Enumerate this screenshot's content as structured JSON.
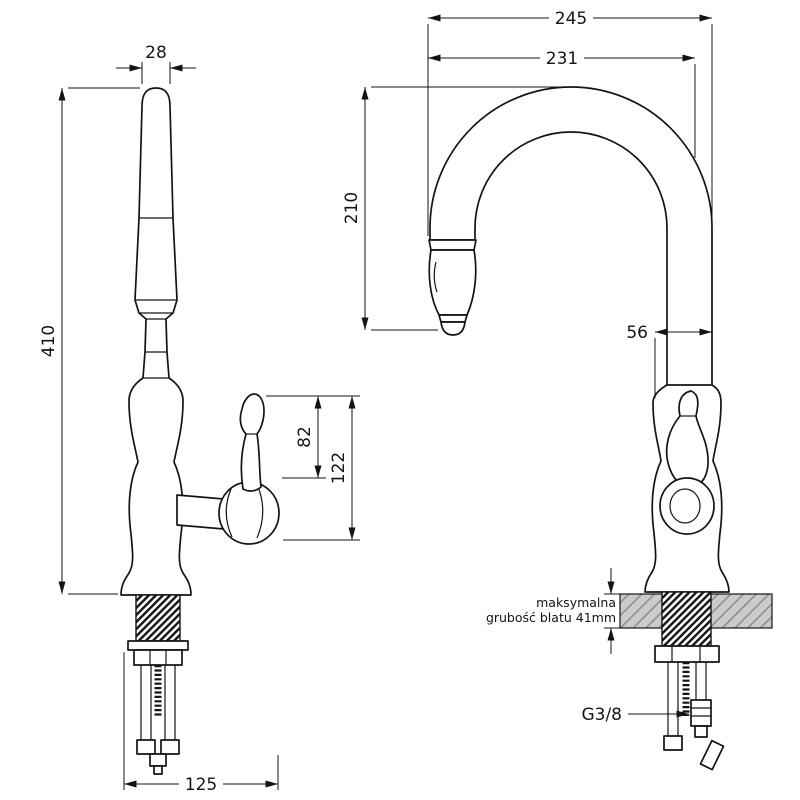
{
  "drawing": {
    "type": "technical-dimension-drawing",
    "subject": "kitchen pull-down faucet, front and side views",
    "units": "mm",
    "front_view": {
      "dim_spout_top_width": "28",
      "dim_total_height": "410",
      "dim_handle_height": "82",
      "dim_handle_overall": "122",
      "dim_base_span": "125"
    },
    "side_view": {
      "dim_overall_depth": "245",
      "dim_spout_reach": "231",
      "dim_spout_clearance": "210",
      "dim_body_depth": "56",
      "counter_note_line1": "maksymalna",
      "counter_note_line2": "grubość blatu 41mm",
      "connection_thread": "G3/8"
    },
    "colors": {
      "line": "#141414",
      "countertop_fill": "#cbcbcb",
      "countertop_hatch": "#8f8f8f"
    }
  }
}
